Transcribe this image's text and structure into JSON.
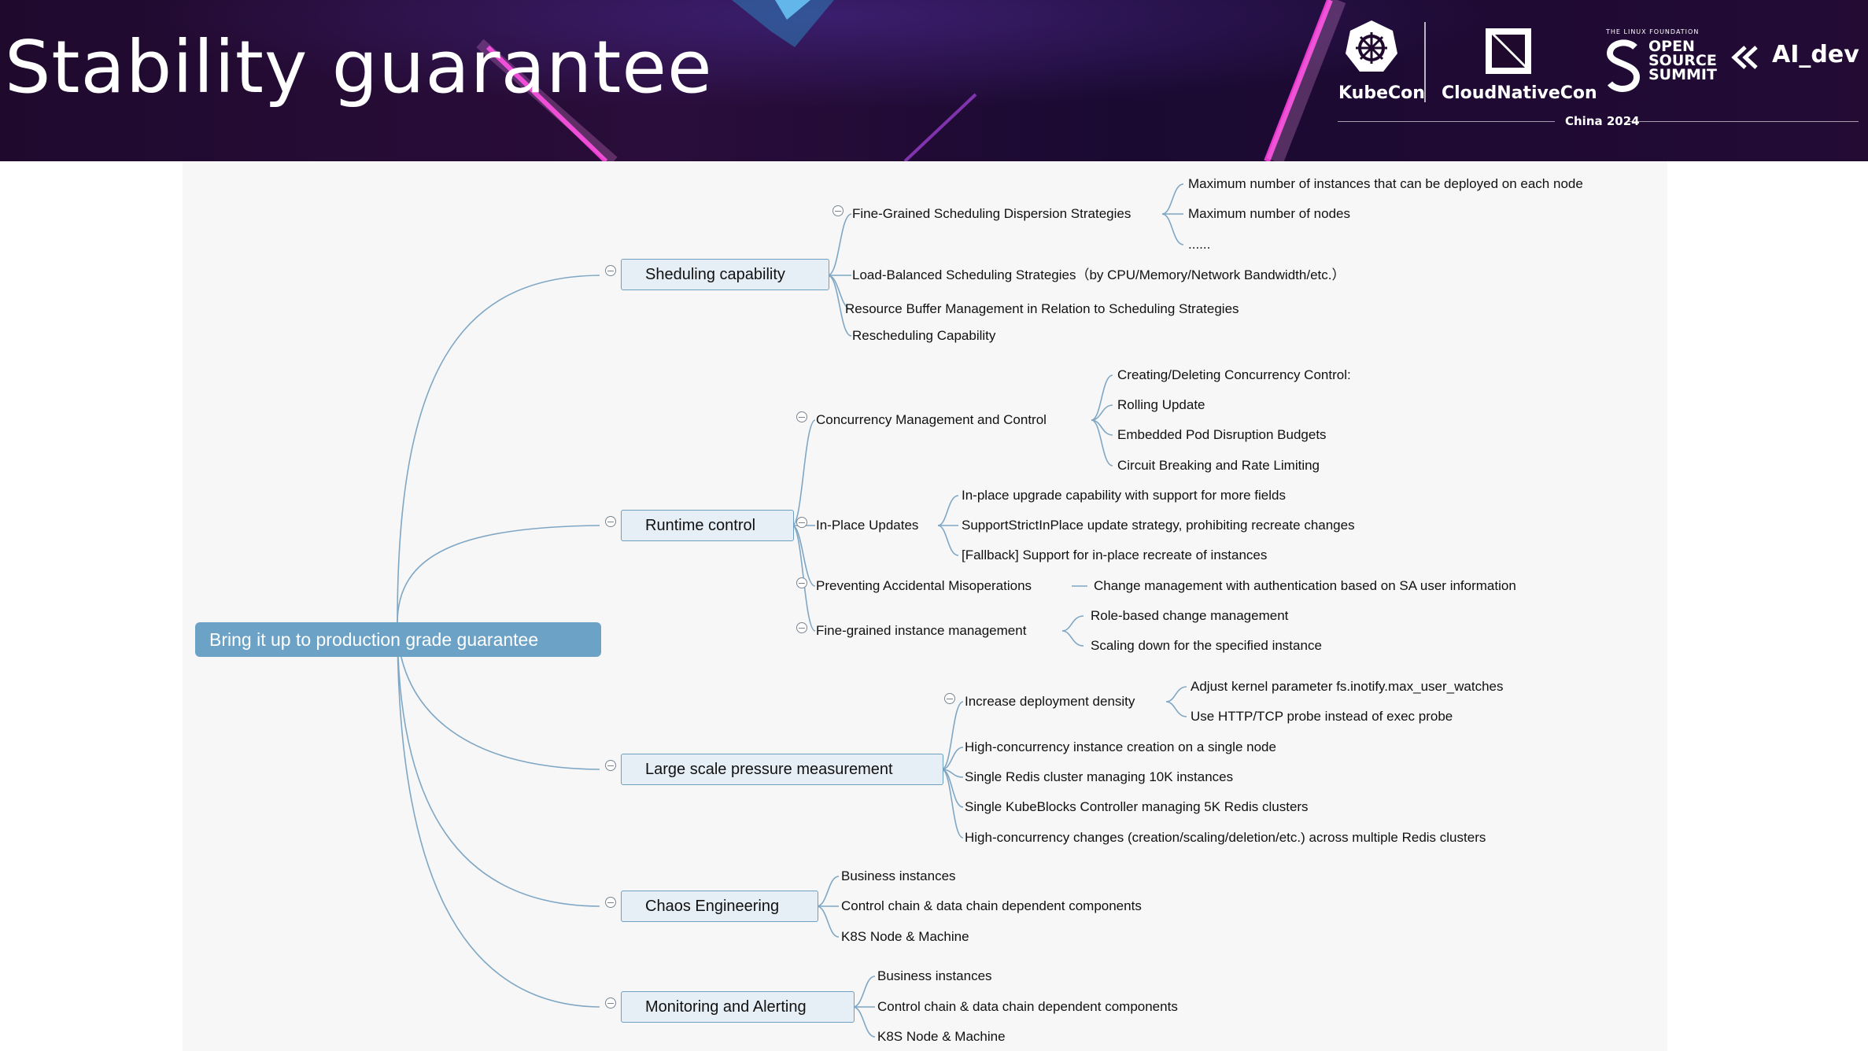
{
  "header": {
    "title": "Stability guarantee",
    "logos": {
      "kubecon": "KubeCon",
      "cloudnativecon": "CloudNativeCon",
      "linux_foundation": "THE LINUX FOUNDATION",
      "oss_line1": "OPEN",
      "oss_line2": "SOURCE",
      "oss_line3": "SUMMIT",
      "ai_dev": "AI_dev",
      "event": "China 2024"
    }
  },
  "mindmap": {
    "root": "Bring it up to production grade guarantee",
    "branches": [
      {
        "label": "Sheduling capability",
        "children": [
          {
            "label": "Fine-Grained Scheduling Dispersion Strategies",
            "children": [
              "Maximum number of instances that can be deployed on each node",
              "Maximum number of nodes",
              "......"
            ]
          },
          {
            "label": "Load-Balanced Scheduling Strategies（by CPU/Memory/Network Bandwidth/etc.）"
          },
          {
            "label": "Resource Buffer Management in Relation to Scheduling Strategies"
          },
          {
            "label": "Rescheduling Capability"
          }
        ]
      },
      {
        "label": "Runtime control",
        "children": [
          {
            "label": "Concurrency Management and Control",
            "children": [
              "Creating/Deleting Concurrency Control:",
              "Rolling Update",
              "Embedded Pod Disruption Budgets",
              "Circuit Breaking and Rate Limiting"
            ]
          },
          {
            "label": "In-Place Updates",
            "children": [
              "In-place upgrade capability with support for more fields",
              "SupportStrictInPlace update strategy, prohibiting recreate changes",
              "[Fallback] Support for in-place recreate of instances"
            ]
          },
          {
            "label": "Preventing Accidental Misoperations",
            "children": [
              "Change management with authentication based on SA user information"
            ]
          },
          {
            "label": "Fine-grained instance management",
            "children": [
              "Role-based change management",
              "Scaling down for the specified instance"
            ]
          }
        ]
      },
      {
        "label": "Large scale pressure measurement",
        "children": [
          {
            "label": "Increase deployment density",
            "children": [
              "Adjust kernel parameter fs.inotify.max_user_watches",
              "Use HTTP/TCP probe instead of exec probe"
            ]
          },
          {
            "label": "High-concurrency instance creation on a single node"
          },
          {
            "label": "Single Redis cluster managing 10K instances"
          },
          {
            "label": "Single KubeBlocks Controller managing 5K Redis clusters"
          },
          {
            "label": "High-concurrency changes (creation/scaling/deletion/etc.) across multiple Redis clusters"
          }
        ]
      },
      {
        "label": "Chaos Engineering",
        "children": [
          {
            "label": "Business instances"
          },
          {
            "label": "Control chain & data chain dependent components"
          },
          {
            "label": "K8S Node & Machine"
          }
        ]
      },
      {
        "label": "Monitoring and Alerting",
        "children": [
          {
            "label": "Business instances"
          },
          {
            "label": "Control chain & data chain dependent components"
          },
          {
            "label": "K8S Node & Machine"
          }
        ]
      }
    ]
  },
  "colors": {
    "root_fill": "#6ba2c6",
    "branch_fill": "#e7eff6",
    "branch_border": "#6f9fc0",
    "connector": "#7fa7c4",
    "canvas_bg": "#f7f7f8"
  }
}
